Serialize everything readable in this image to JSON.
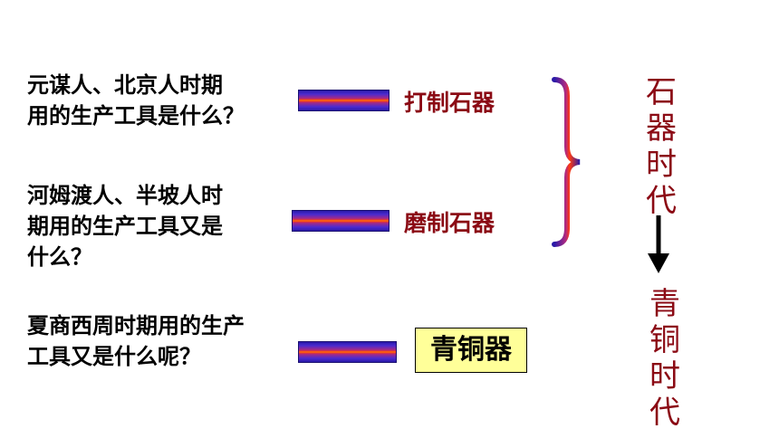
{
  "questions": {
    "q1": "元谋人、北京人时期\n用的生产工具是什么？",
    "q2": "河姆渡人、半坡人时\n期用的生产工具又是\n什么？",
    "q3": "夏商西周时期用的生产\n工具又是什么呢？"
  },
  "answers": {
    "a1": "打制石器",
    "a2": "磨制石器",
    "a3": "青铜器"
  },
  "eras": {
    "stone_age": "石\n器\n时\n代",
    "bronze_age": "青\n铜\n时\n代"
  },
  "colors": {
    "answer_text": "#8b0a14",
    "highlight_box": "#ffff99",
    "bar_dark": "#2a1aa8",
    "bar_glow": "#ffd000"
  }
}
